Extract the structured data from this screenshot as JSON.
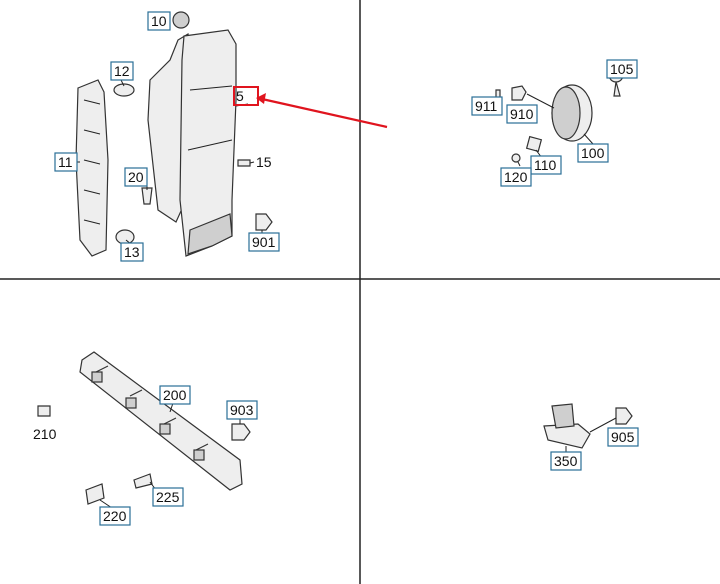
{
  "labels": {
    "p5": "5",
    "p10": "10",
    "p11": "11",
    "p12": "12",
    "p13": "13",
    "p15": "15",
    "p20": "20",
    "p901": "901",
    "p100": "100",
    "p105": "105",
    "p110": "110",
    "p120": "120",
    "p910": "910",
    "p911": "911",
    "p200": "200",
    "p210": "210",
    "p220": "220",
    "p225": "225",
    "p903": "903",
    "p350": "350",
    "p905": "905"
  },
  "colors": {
    "highlight": "#e0141e",
    "label_border": "#2a6f97",
    "divider": "#222222"
  }
}
